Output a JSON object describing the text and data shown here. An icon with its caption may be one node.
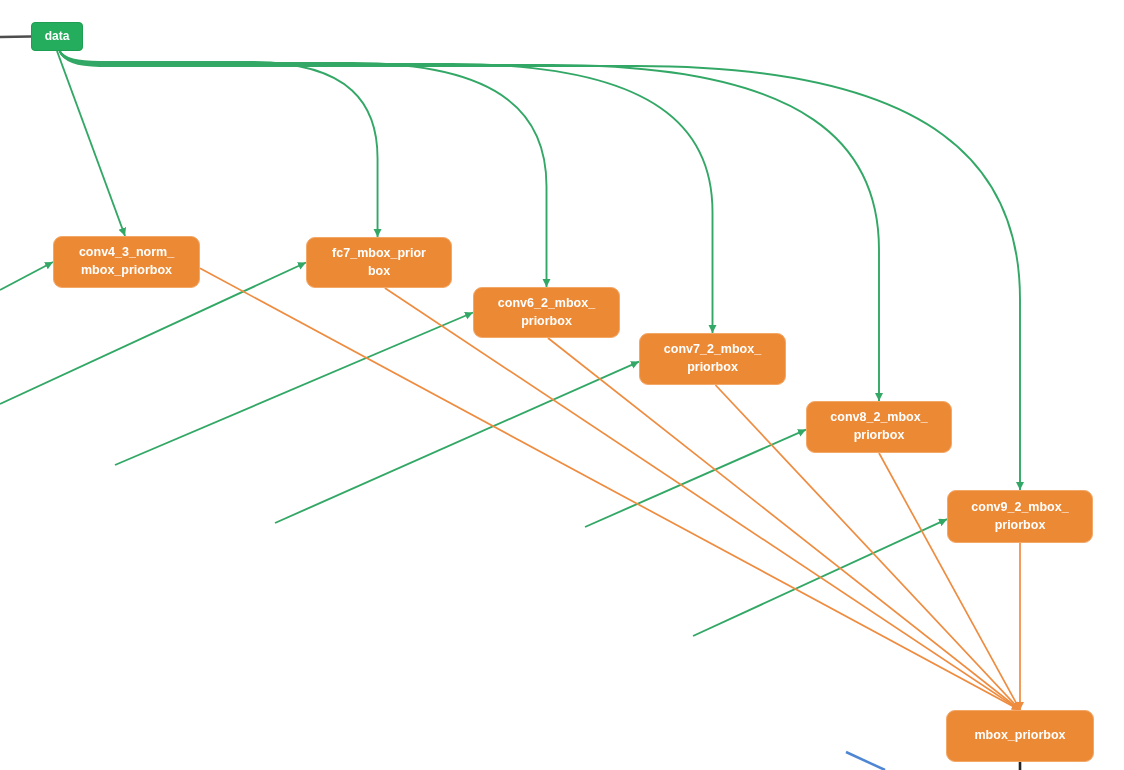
{
  "diagram": {
    "nodes": [
      {
        "text": [
          "data"
        ]
      },
      {
        "text": [
          "conv4_3_norm_ mbox_priorbox"
        ]
      },
      {
        "text": [
          "fc7_mbox_prior box"
        ]
      },
      {
        "text": [
          "conv6_2_mbox_ priorbox"
        ]
      },
      {
        "text": [
          "conv7_2_mbox_ priorbox"
        ]
      },
      {
        "text": [
          "conv8_2_mbox_ priorbox"
        ]
      },
      {
        "text": [
          "conv9_2_mbox_ priorbox"
        ]
      },
      {
        "text": [
          "mbox_priorbox"
        ]
      }
    ],
    "edges": [
      {
        "from": null,
        "to": 0,
        "arrow": "none",
        "color": "#4d4d4d"
      },
      {
        "from": 0,
        "to": 1,
        "arrow": "to"
      },
      {
        "from": 0,
        "to": 2,
        "arrow": "to"
      },
      {
        "from": 0,
        "to": 3,
        "arrow": "to"
      },
      {
        "from": 0,
        "to": 4,
        "arrow": "to"
      },
      {
        "from": 0,
        "to": 5,
        "arrow": "to"
      },
      {
        "from": 0,
        "to": 6,
        "arrow": "to"
      },
      {
        "from": null,
        "to": 1,
        "arrow": "to"
      },
      {
        "from": null,
        "to": 2,
        "arrow": "to"
      },
      {
        "from": null,
        "to": 3,
        "arrow": "to"
      },
      {
        "from": null,
        "to": 4,
        "arrow": "to"
      },
      {
        "from": null,
        "to": 5,
        "arrow": "to"
      },
      {
        "from": null,
        "to": 6,
        "arrow": "to"
      },
      {
        "from": 1,
        "to": 7,
        "arrow": "to",
        "color": "#ee8c40"
      },
      {
        "from": 2,
        "to": 7,
        "arrow": "to",
        "color": "#ee8c40"
      },
      {
        "from": 3,
        "to": 7,
        "arrow": "to",
        "color": "#ee8c40"
      },
      {
        "from": 4,
        "to": 7,
        "arrow": "to",
        "color": "#ee8c40"
      },
      {
        "from": 5,
        "to": 7,
        "arrow": "to",
        "color": "#ee8c40"
      },
      {
        "from": 6,
        "to": 7,
        "arrow": "to",
        "color": "#ee8c40"
      },
      {
        "from": 7,
        "to": null,
        "arrow": "none",
        "color": "#262626"
      }
    ]
  }
}
